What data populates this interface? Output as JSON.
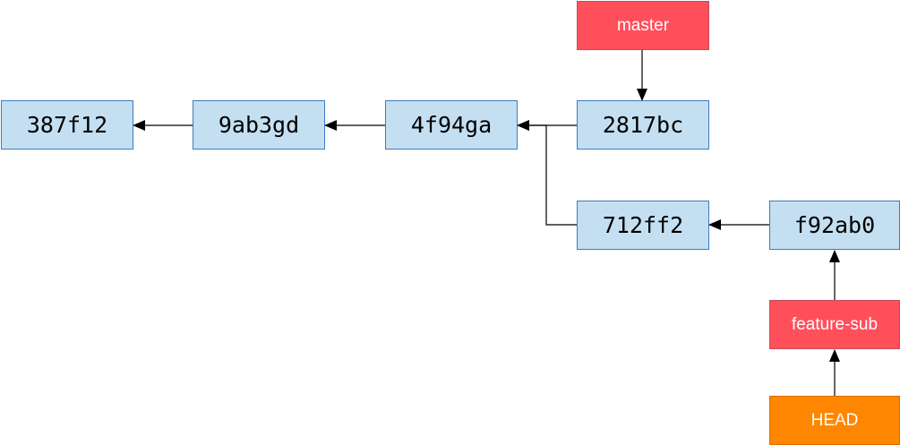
{
  "commits": {
    "c387f12": "387f12",
    "c9ab3gd": "9ab3gd",
    "c4f94ga": "4f94ga",
    "c2817bc": "2817bc",
    "c712ff2": "712ff2",
    "cf92ab0": "f92ab0"
  },
  "refs": {
    "master": "master",
    "feature_sub": "feature-sub",
    "head": "HEAD"
  },
  "colors": {
    "commit_fill": "#c4dff1",
    "commit_border": "#3d7bbd",
    "branch_fill": "#ff4f5b",
    "head_fill": "#ff8600",
    "edge": "#000000"
  }
}
